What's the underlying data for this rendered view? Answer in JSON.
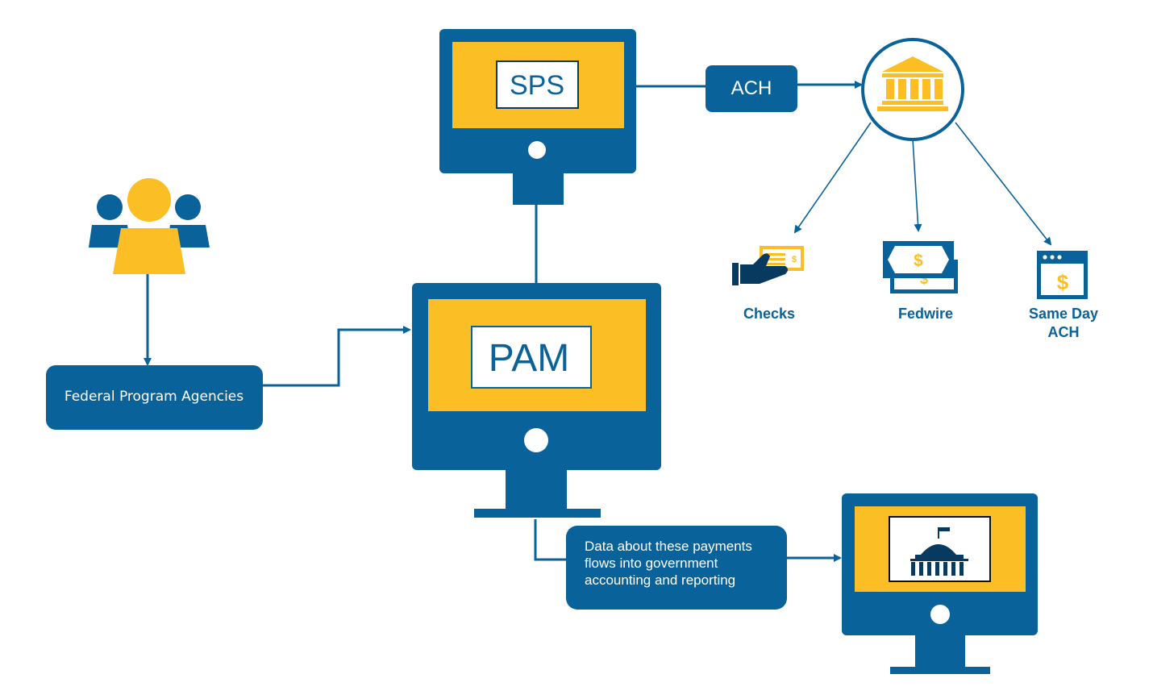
{
  "colors": {
    "blue": "#09629A",
    "dark_blue": "#073A5E",
    "yellow": "#FBBE24",
    "white": "#FFFFFF"
  },
  "monitors": {
    "sps": {
      "label": "SPS"
    },
    "pam": {
      "label": "PAM"
    },
    "reporting": {
      "icon": "capitol-building-icon"
    }
  },
  "boxes": {
    "agencies": "Federal Program Agencies",
    "ach": "ACH",
    "data_flow": [
      "Data about these payments",
      "flows into government",
      "accounting and reporting"
    ]
  },
  "icons": {
    "people": "people-group-icon",
    "bank": "bank-icon",
    "checks": "check-payment-icon",
    "fedwire": "cash-bills-icon",
    "same_day_ach": "browser-dollar-icon"
  },
  "payment_methods": {
    "checks": "Checks",
    "fedwire": "Fedwire",
    "same_day_ach": [
      "Same Day",
      "ACH"
    ]
  }
}
